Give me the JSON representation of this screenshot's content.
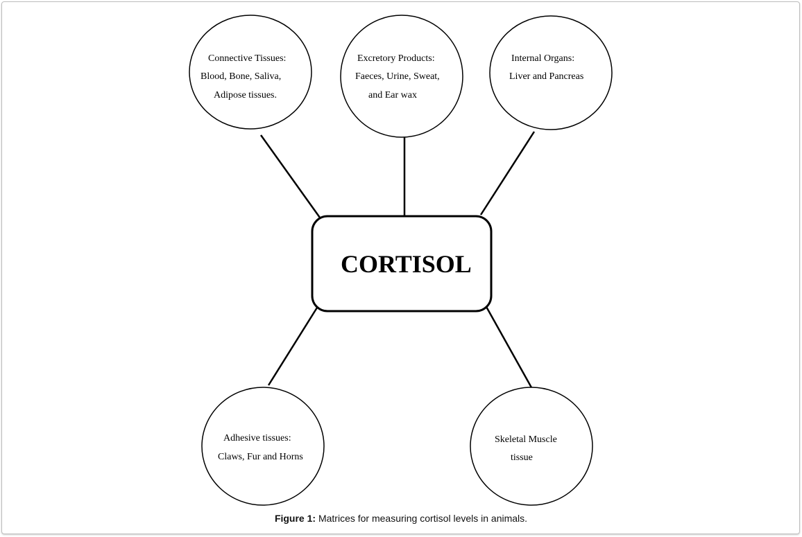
{
  "center": "CORTISOL",
  "nodes": [
    {
      "lines": [
        "Connective Tissues:",
        "Blood, Bone, Saliva,",
        "Adipose tissues."
      ]
    },
    {
      "lines": [
        "Excretory Products:",
        "Faeces, Urine, Sweat,",
        "and Ear  wax"
      ]
    },
    {
      "lines": [
        "Internal Organs:",
        "Liver and Pancreas"
      ]
    },
    {
      "lines": [
        "Adhesive tissues:",
        "Claws, Fur and Horns"
      ]
    },
    {
      "lines": [
        "Skeletal Muscle",
        "tissue"
      ]
    }
  ],
  "caption": {
    "label": "Figure 1:",
    "text": " Matrices for measuring cortisol levels in animals."
  }
}
